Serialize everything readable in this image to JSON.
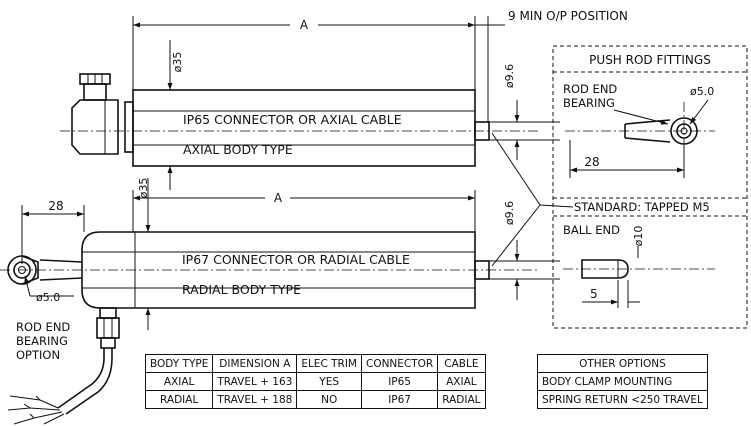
{
  "labels": {
    "min_op_position": "9 MIN O/P POSITION",
    "dim_a_top": "A",
    "dim_a_bottom": "A",
    "dia_35_top": "ø35",
    "dia_35_bottom": "ø35",
    "dia_96_top": "ø9.6",
    "dia_96_bottom": "ø9.6",
    "axial_connector": "IP65 CONNECTOR OR AXIAL CABLE",
    "axial_body": "AXIAL BODY TYPE",
    "radial_connector": "IP67 CONNECTOR OR RADIAL CABLE",
    "radial_body": "RADIAL BODY TYPE",
    "left_28": "28",
    "left_dia_50": "ø5.0",
    "rod_end_option_1": "ROD END",
    "rod_end_option_2": "BEARING",
    "rod_end_option_3": "OPTION"
  },
  "fittings": {
    "title": "PUSH ROD FITTINGS",
    "rod_end_1": "ROD END",
    "rod_end_2": "BEARING",
    "dia_50": "ø5.0",
    "dim_28": "28",
    "standard": "STANDARD: TAPPED M5",
    "ball_end": "BALL END",
    "dia_10": "ø10",
    "dim_5": "5"
  },
  "main_table": {
    "headers": [
      "BODY TYPE",
      "DIMENSION A",
      "ELEC TRIM",
      "CONNECTOR",
      "CABLE"
    ],
    "rows": [
      [
        "AXIAL",
        "TRAVEL + 163",
        "YES",
        "IP65",
        "AXIAL"
      ],
      [
        "RADIAL",
        "TRAVEL + 188",
        "NO",
        "IP67",
        "RADIAL"
      ]
    ]
  },
  "options_table": {
    "header": "OTHER OPTIONS",
    "rows": [
      "BODY CLAMP MOUNTING",
      "SPRING RETURN <250 TRAVEL"
    ]
  }
}
